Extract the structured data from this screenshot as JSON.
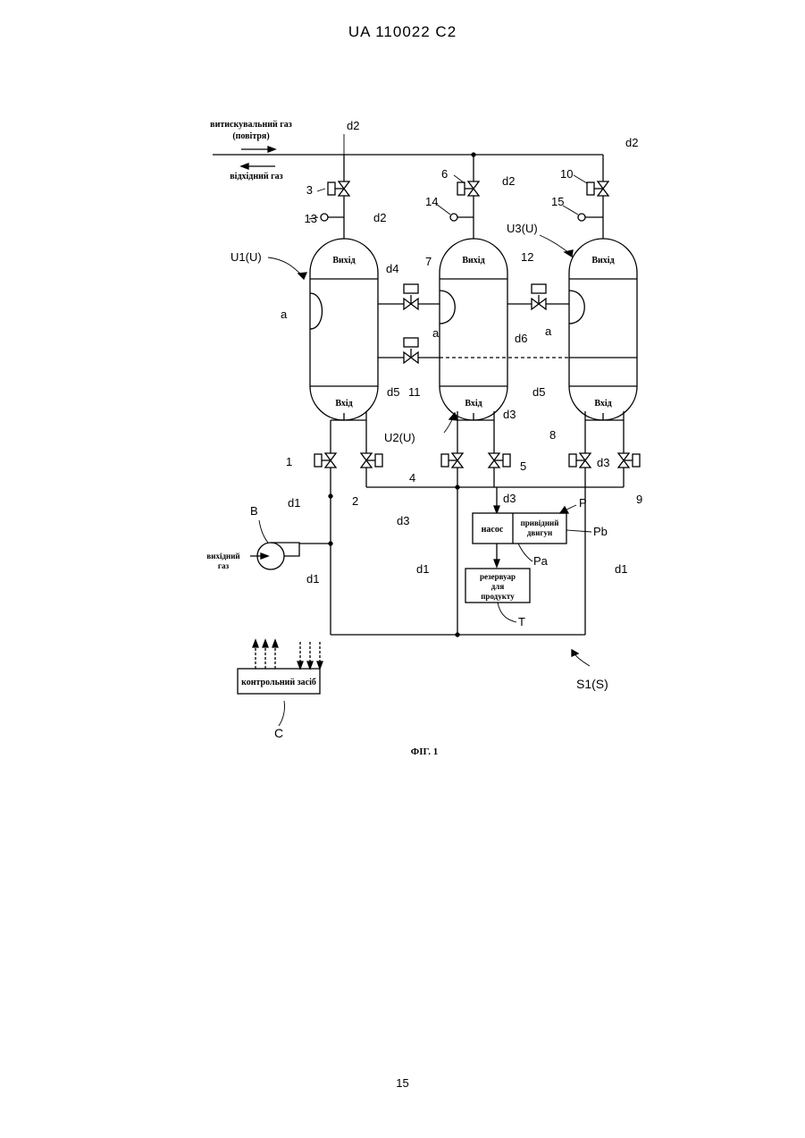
{
  "header": "UA   110022   C2",
  "page_number": "15",
  "figure_caption": "ФІГ. 1",
  "gas_labels": {
    "purge_gas_1": "витискувальний газ",
    "purge_gas_2": "(повітря)",
    "exhaust_gas": "відхідний газ",
    "source_gas_1": "вихідний",
    "source_gas_2": "газ"
  },
  "vessels": [
    {
      "id": "U1(U)",
      "outlet": "Вихід",
      "inlet": "Вхід",
      "adsorbent": "a"
    },
    {
      "id": "U2(U)",
      "outlet": "Вихід",
      "inlet": "Вхід",
      "adsorbent": "a"
    },
    {
      "id": "U3(U)",
      "outlet": "Вихід",
      "inlet": "Вхід",
      "adsorbent": "a"
    }
  ],
  "valves": [
    "1",
    "2",
    "3",
    "4",
    "5",
    "6",
    "7",
    "8",
    "9",
    "10",
    "11",
    "12"
  ],
  "gauges": [
    "13",
    "14",
    "15"
  ],
  "lines": {
    "d1": "d1",
    "d2": "d2",
    "d3": "d3",
    "d4": "d4",
    "d5": "d5",
    "d6": "d6"
  },
  "blower": "B",
  "pump": {
    "ref": "P",
    "pump_label": "насос",
    "motor_label_1": "привідний",
    "motor_label_2": "двигун",
    "pump_ref": "Pa",
    "motor_ref": "Pb"
  },
  "tank": {
    "ref": "T",
    "label_1": "резервуар",
    "label_2": "для",
    "label_3": "продукту"
  },
  "controller": {
    "ref": "C",
    "label": "контрольний засіб"
  },
  "system_ref": "S1(S)"
}
